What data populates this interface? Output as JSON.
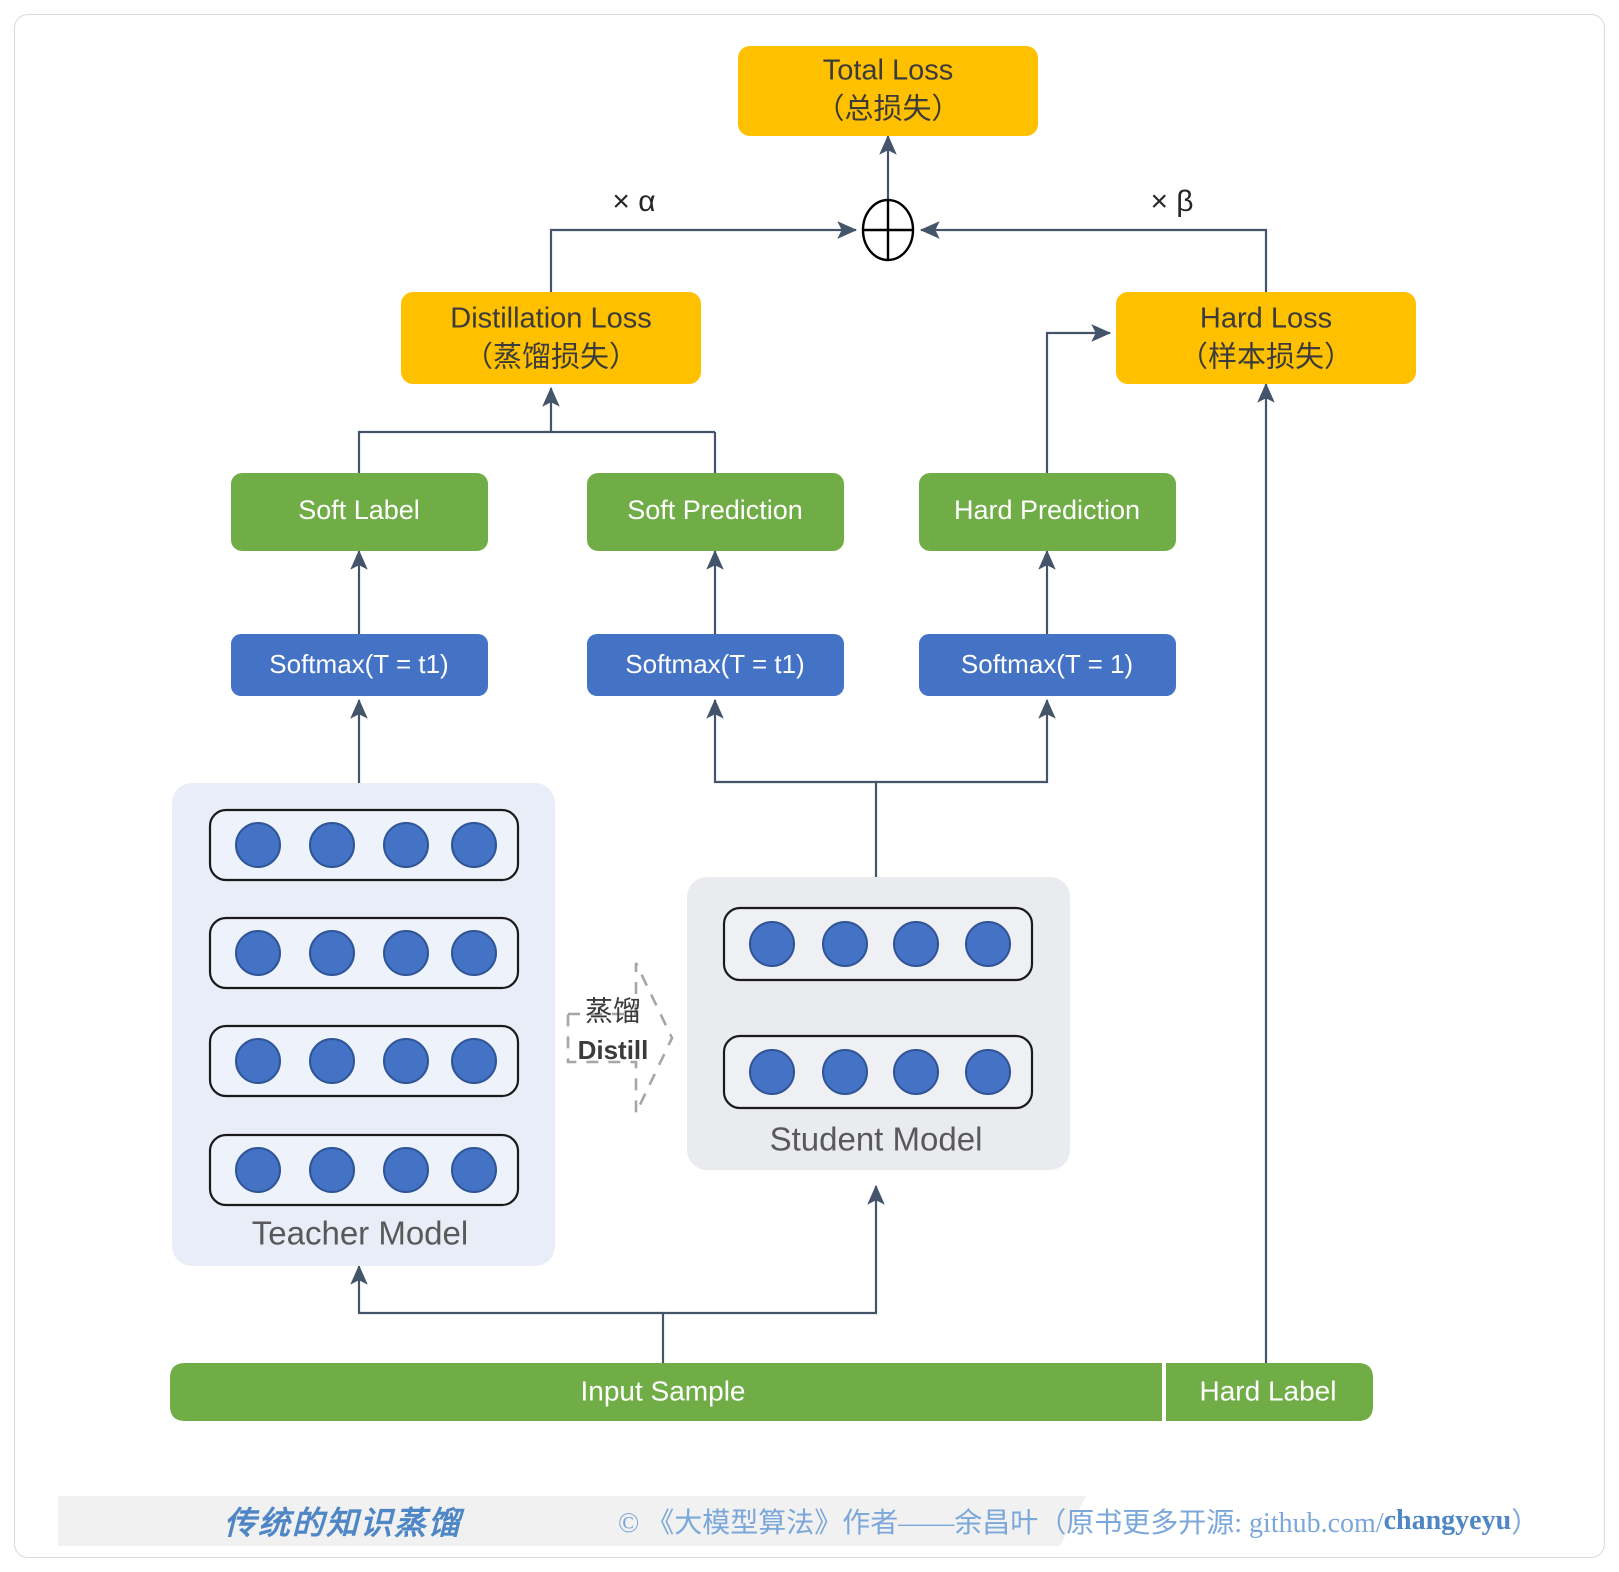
{
  "diagram": {
    "title_cn": "传统的知识蒸馏",
    "colors": {
      "loss_box": "#FFC000",
      "label_box": "#70AD47",
      "softmax_box": "#4472C4",
      "model_panel": "#E8EDF7",
      "student_panel": "#E9EBEE",
      "node_fill": "#4472C4",
      "arrow": "#44546A",
      "footer_text": "#6f9fd8",
      "border": "#D9D9D9"
    },
    "nodes": {
      "total_loss": {
        "en": "Total Loss",
        "cn": "（总损失）"
      },
      "distillation_loss": {
        "en": "Distillation Loss",
        "cn": "（蒸馏损失）"
      },
      "hard_loss": {
        "en": "Hard Loss",
        "cn": "（样本损失）"
      },
      "soft_label": {
        "label": "Soft Label"
      },
      "soft_prediction": {
        "label": "Soft Prediction"
      },
      "hard_prediction": {
        "label": "Hard Prediction"
      },
      "softmax_teacher": {
        "label": "Softmax(T = t1)"
      },
      "softmax_student_soft": {
        "label": "Softmax(T = t1)"
      },
      "softmax_student_hard": {
        "label": "Softmax(T = 1)"
      },
      "teacher_model": {
        "label": "Teacher Model",
        "layers": 4,
        "nodes_per_layer": 4
      },
      "student_model": {
        "label": "Student Model",
        "layers": 2,
        "nodes_per_layer": 4
      },
      "distill_arrow": {
        "cn": "蒸馏",
        "en": "Distill"
      },
      "input_sample": {
        "label": "Input Sample"
      },
      "hard_label": {
        "label": "Hard Label"
      }
    },
    "edge_labels": {
      "alpha": "× α",
      "beta": "× β",
      "sum_operator": "⊕"
    },
    "footer": {
      "tag": "传统的知识蒸馏",
      "credit_prefix": "© 《大模型算法》作者——余昌叶（原书更多开源: github.com/",
      "credit_link": "changyeyu",
      "credit_suffix": "）"
    }
  }
}
